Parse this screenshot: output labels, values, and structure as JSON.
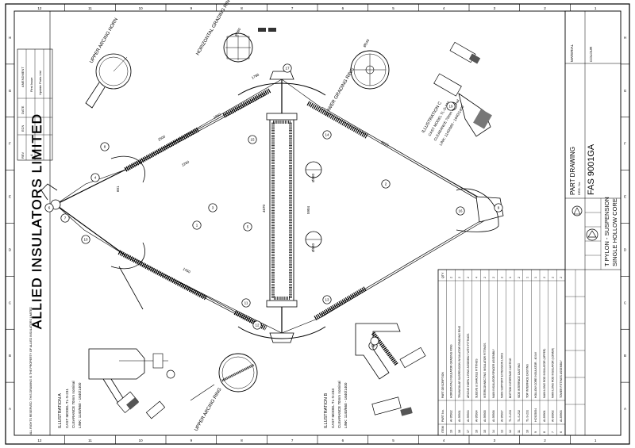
{
  "company": "ALLIED INSULATORS LIMITED",
  "title_block": {
    "line1": "T PYLON - SUSPENSION",
    "line2": "SINGLE HOLLOW CORE",
    "drawing_title": "PART DRAWING",
    "drawing_no": "FAS 9001GA",
    "material_label": "MATERIAL",
    "colour_label": "COLOUR",
    "drg_label": "DRG. No."
  },
  "notes": {
    "upper_arcing_horn": "UPPER ARCING HORN",
    "horizontal_grading_ring": "HORIZONTAL GRADING RING",
    "lower_grading_ring": "LOWER GRADING RING",
    "upper_arcing_ring": "UPPER ARCING RING"
  },
  "illustrations": {
    "c": {
      "title": "ILLUSTRATION C",
      "cast": "CAST MODEL TL-S-232",
      "clearance": "CLEARANCE 70mm nominal",
      "link": "LINK: 1140/660 - 1640/1400"
    },
    "a": {
      "title": "ILLUSTRATION A",
      "cast": "CAST MODEL TL-S-231",
      "clearance": "CLEARANCE 70mm nominal",
      "link": "LINK: 1140/660 - 1640/1400"
    },
    "b": {
      "title": "ILLUSTRATION B",
      "cast": "CAST MODEL TL-S-233",
      "clearance": "CLEARANCE 70mm nominal",
      "link": "LINK: 1140/660 - 1640/1400"
    }
  },
  "dimensions": {
    "d1": "2500",
    "d2": "2260",
    "d3": "1860",
    "d4": "601",
    "d5": "1788",
    "d6": "4670",
    "d7": "5904",
    "d8": "2215",
    "d9": "1450",
    "d10": "Ø560",
    "d11": "Ø540",
    "d12": "Ø560",
    "d13": "Ø540"
  },
  "balloons": [
    "1",
    "2",
    "3",
    "4",
    "5",
    "6",
    "7",
    "8",
    "9",
    "10",
    "11",
    "12",
    "13",
    "14",
    "15",
    "16",
    "17",
    "18",
    "19"
  ],
  "parts_table": {
    "headers": [
      "ITEM",
      "PART No.",
      "PART DESCRIPTION",
      "QTY"
    ],
    "rows": [
      [
        "19",
        "AI-95932",
        "HORIZONTAL INSULATOR GRADING RING",
        "2"
      ],
      [
        "18",
        "AI-95931",
        "TRIANGULAR SUSPENSION INSULATOR GRADING RING",
        "2"
      ],
      [
        "17",
        "AI-95933",
        "ARCING HORN & RING ASSEMBLY WITH FITTINGS",
        "2"
      ],
      [
        "16",
        "AI-95934",
        "SLEEVE & SHACKLE FITTINGS",
        "4"
      ],
      [
        "15",
        "AI-95935",
        "INTERCONNECTING INSULATOR FITTINGS",
        "2"
      ],
      [
        "14",
        "AI-95936",
        "MAIN INSULATOR/SPACER ASSEMBLY",
        "2"
      ],
      [
        "13",
        "AI-95937",
        "MAIN SUPPORT EXTENSION LINKS",
        "2"
      ],
      [
        "12",
        "TL-S-233",
        "BOTTOM INTERFACE CASTING",
        "1"
      ],
      [
        "11",
        "TL-S-232",
        "SIDE INTERFACE CASTING",
        "2"
      ],
      [
        "10",
        "TL-S-231",
        "TOP INTERFACE CASTING",
        "1"
      ],
      [
        "9",
        "HC925054",
        "HOLLOW CORE INSULATOR - 400kV",
        "1"
      ],
      [
        "8",
        "AI-89901",
        "MAIN LONG ROD INSULATOR (UPPER)",
        "2"
      ],
      [
        "7",
        "AI-89902",
        "MAIN LONG ROD INSULATOR (LOWER)",
        "2"
      ],
      [
        "6",
        "AI-89903",
        "TOWER FITTINGS ASSEMBLY",
        "2"
      ]
    ]
  },
  "revisions": {
    "headers": [
      "REV",
      "ECN",
      "DATE",
      "AMENDMENT"
    ],
    "rows": [
      [
        "A",
        "",
        "",
        "First Issue"
      ],
      [
        "B",
        "",
        "",
        "Update Parts List"
      ]
    ]
  },
  "footer_note": "ALL RIGHTS RESERVED. THIS DRAWING IS THE PROPERTY OF ALLIED INSULATORS LIMITED",
  "border_numbers": [
    "12",
    "11",
    "10",
    "9",
    "8",
    "7",
    "6",
    "5",
    "4",
    "3",
    "2",
    "1"
  ],
  "border_letters": [
    "H",
    "G",
    "F",
    "E",
    "D",
    "C",
    "B",
    "A"
  ]
}
